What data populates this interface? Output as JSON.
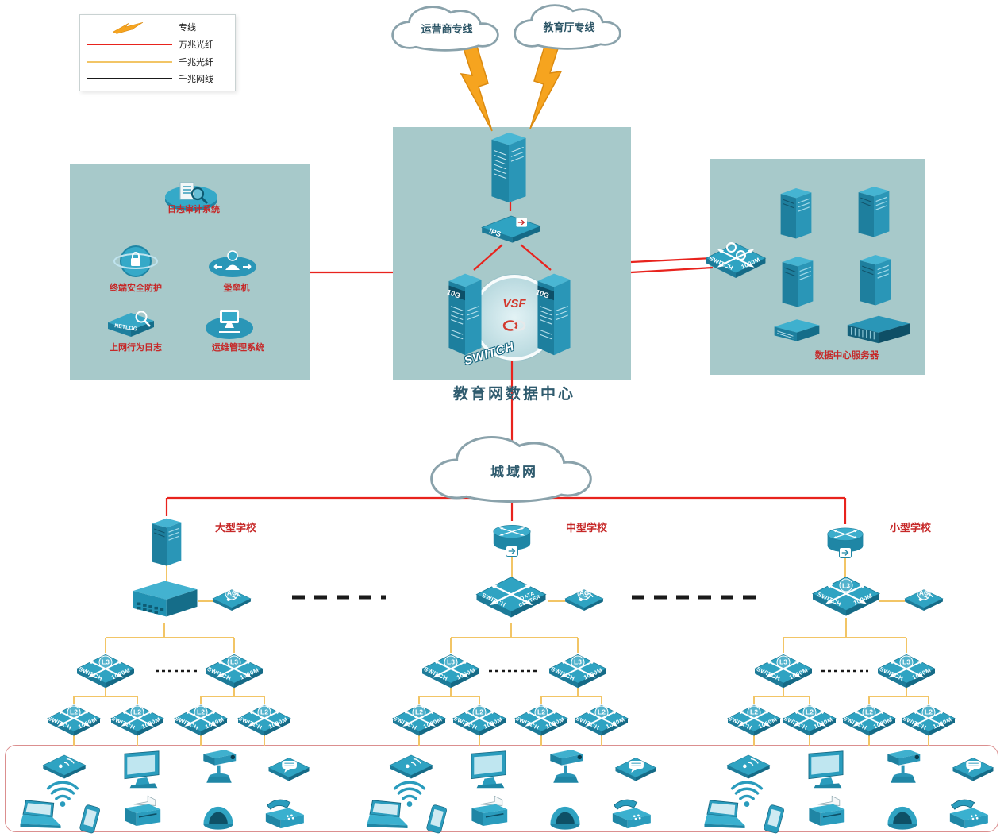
{
  "legend": {
    "items": [
      {
        "label": "专线"
      },
      {
        "label": "万兆光纤"
      },
      {
        "label": "千兆光纤"
      },
      {
        "label": "千兆网线"
      }
    ]
  },
  "clouds": {
    "carrier": "运营商专线",
    "edu": "教育厅专线",
    "man": "城域网"
  },
  "datacenter": {
    "title": "教育网数据中心",
    "vsf": "VSF",
    "ips": "IPS",
    "core_badge": "10G",
    "core_word": "SWITCH"
  },
  "security_panel": {
    "items": [
      "日志审计系统",
      "终端安全防护",
      "堡垒机",
      "上网行为日志",
      "运维管理系统"
    ],
    "netlog": "NETLOG"
  },
  "server_panel": {
    "caption": "数据中心服务器"
  },
  "schools": {
    "large": "大型学校",
    "medium": "中型学校",
    "small": "小型学校"
  },
  "device_labels": {
    "switch": "SWITCH",
    "m1000": "1000M",
    "l3": "L3",
    "l2": "L2",
    "ac": "AC",
    "data": "DATA",
    "center": "CENTER"
  },
  "colors": {
    "dedicated_line": "#f6a41f",
    "fiber_10g": "#e8231d",
    "fiber_1g": "#f2c566",
    "copper_1g": "#1a1a1a",
    "panel_bg": "#a7c9ca",
    "device_teal": "#2a9cbd",
    "label_red": "#c62828"
  }
}
